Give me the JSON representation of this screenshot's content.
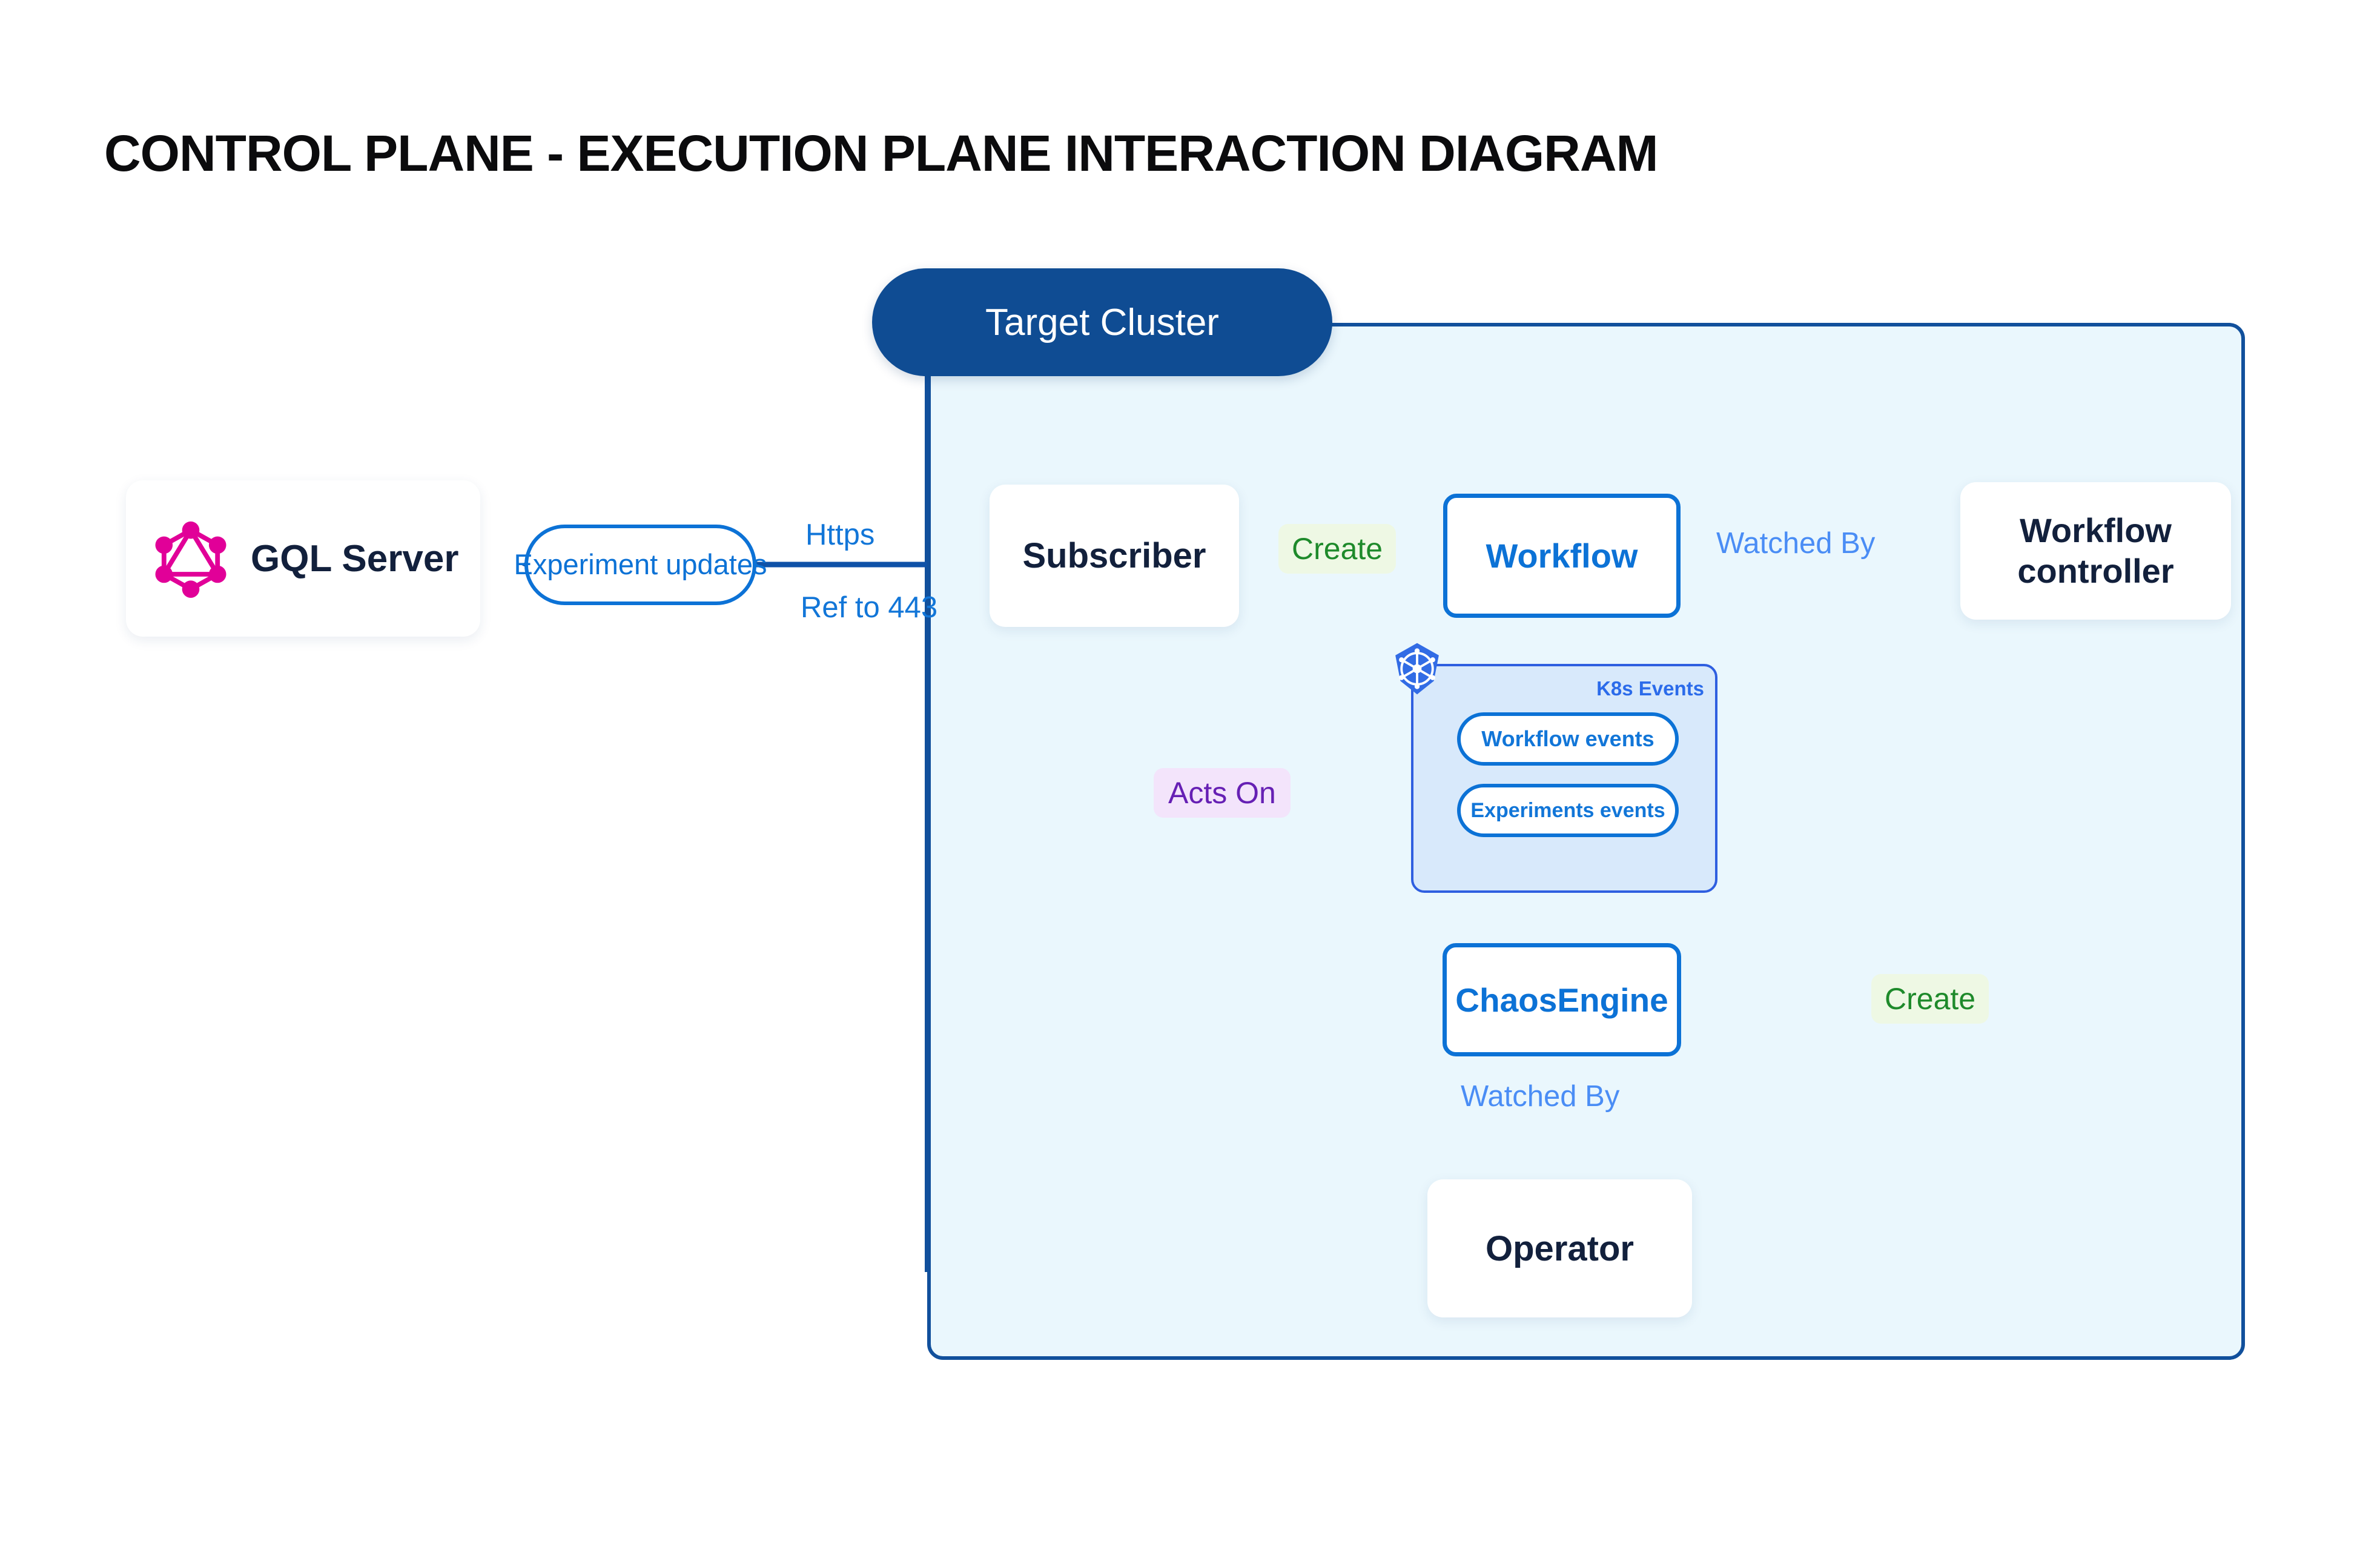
{
  "page": {
    "title": "CONTROL PLANE - EXECUTION PLANE INTERACTION DIAGRAM",
    "background_color": "#ffffff"
  },
  "cluster": {
    "title": "Target Cluster",
    "fill_color": "#eaf7fd",
    "border_color": "#11509c",
    "pill_color": "#0f4c93",
    "pill_text_color": "#ffffff"
  },
  "nodes": {
    "gql_server": {
      "label": "GQL Server",
      "icon": "graphql-logo-icon",
      "icon_color": "#e10098",
      "text_color": "#12203c",
      "style": "white-card"
    },
    "subscriber": {
      "label": "Subscriber",
      "text_color": "#12203c",
      "style": "white-card"
    },
    "workflow": {
      "label": "Workflow",
      "text_color": "#0c72d6",
      "border_color": "#0c72d6",
      "style": "blue-outlined"
    },
    "workflow_controller": {
      "label": "Workflow controller",
      "text_color": "#12203c",
      "style": "white-card"
    },
    "chaosengine": {
      "label": "ChaosEngine",
      "text_color": "#0c72d6",
      "border_color": "#0c72d6",
      "style": "blue-outlined"
    },
    "operator": {
      "label": "Operator",
      "text_color": "#12203c",
      "style": "white-card"
    }
  },
  "k8s_events_group": {
    "label": "K8s Events",
    "icon": "kubernetes-helm-icon",
    "icon_color": "#326ce5",
    "fill_color": "#d8e9fb",
    "border_color": "#2f5fe0",
    "pills": [
      {
        "label": "Workflow events"
      },
      {
        "label": "Experiments events"
      }
    ]
  },
  "edges": [
    {
      "id": "gql-subscriber",
      "label": "Experiment updates",
      "from": "subscriber",
      "to": "gql_server",
      "color": "#0f52a8",
      "label_style": "pill-outlined"
    },
    {
      "id": "https",
      "label": "Https",
      "color": "#1276d8",
      "label_style": "plain"
    },
    {
      "id": "ref-443",
      "label": "Ref to 443",
      "color": "#1276d8",
      "label_style": "plain"
    },
    {
      "id": "subscriber-workflow",
      "label": "Create",
      "from": "subscriber",
      "to": "workflow",
      "color": "#1e8a2b",
      "label_bg": "#eef8e4"
    },
    {
      "id": "workflow-controller",
      "label": "Watched By",
      "from": "workflow",
      "to": "workflow_controller",
      "color": "#4a8df5",
      "label_style": "plain"
    },
    {
      "id": "subscriber-k8s",
      "label": "Acts On",
      "from": "subscriber",
      "to": "k8s_events_group",
      "color": "#6620b4",
      "label_bg": "#f3e4fb"
    },
    {
      "id": "controller-chaosengine",
      "label": "Create",
      "from": "workflow_controller",
      "to": "chaosengine",
      "color": "#1e8a2b",
      "label_bg": "#eef8e4"
    },
    {
      "id": "chaosengine-operator",
      "label": "Watched By",
      "from": "chaosengine",
      "to": "operator",
      "color": "#4a8df5",
      "label_style": "plain"
    },
    {
      "id": "k8s-workflow",
      "label": "",
      "from": "k8s_events_group",
      "to": "workflow",
      "color": "#4a4f5e"
    },
    {
      "id": "k8s-chaosengine",
      "label": "",
      "from": "k8s_events_group",
      "to": "chaosengine",
      "color": "#4a4f5e"
    }
  ]
}
